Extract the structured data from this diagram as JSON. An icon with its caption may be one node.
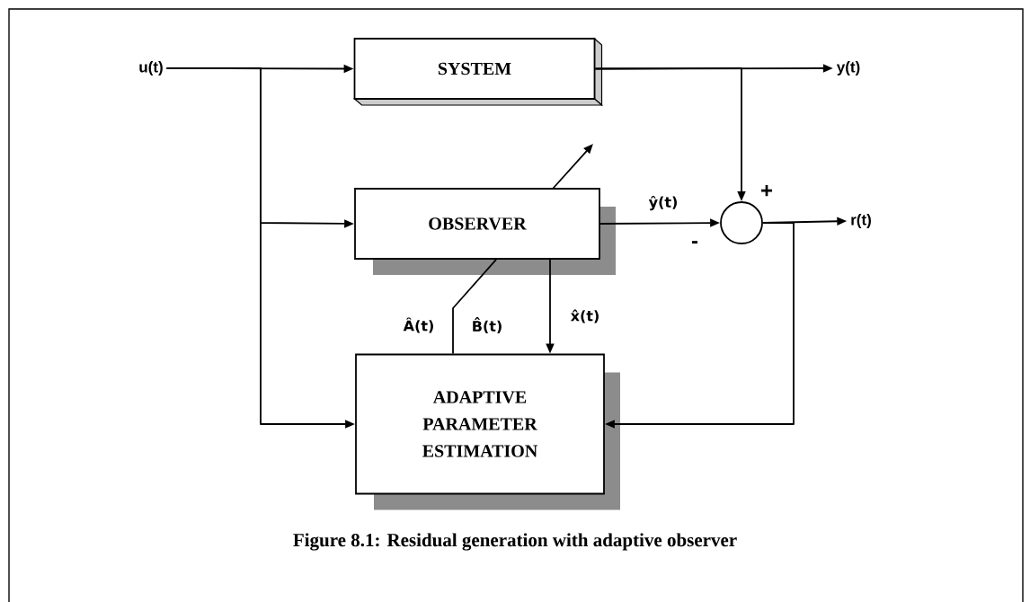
{
  "diagram": {
    "caption": "Figure 8.1: Residual generation with adaptive observer",
    "nodes": [
      {
        "text": [
          "u(t)"
        ]
      },
      {
        "text": [
          "SYSTEM"
        ]
      },
      {
        "text": [
          "y(t)"
        ]
      },
      {
        "text": [
          "OBSERVER"
        ]
      },
      {
        "text": [],
        "shape": "circle"
      },
      {
        "text": [
          "r(t)"
        ]
      },
      {
        "text": [
          "ADAPTIVE PARAMETER ESTIMATION"
        ]
      }
    ],
    "edges": [
      {
        "from": 0,
        "to": 1,
        "arrow": "to"
      },
      {
        "from": 0,
        "to": 3,
        "arrow": "to"
      },
      {
        "from": 0,
        "to": 6,
        "arrow": "to"
      },
      {
        "from": 1,
        "to": 2,
        "arrow": "to"
      },
      {
        "from": 1,
        "to": 4,
        "arrow": "to"
      },
      {
        "from": 3,
        "to": 4,
        "arrow": "to",
        "label": "ŷ(t)"
      },
      {
        "from": 4,
        "to": 5,
        "arrow": "to"
      },
      {
        "from": 4,
        "to": 6,
        "arrow": "to"
      },
      {
        "from": 3,
        "to": 6,
        "arrow": "to",
        "label": "x̂(t)"
      },
      {
        "from": 6,
        "to": 3,
        "arrow": "none",
        "label": "Â(t)"
      }
    ],
    "labels": [
      "+",
      "-",
      "B̂(t)"
    ]
  }
}
